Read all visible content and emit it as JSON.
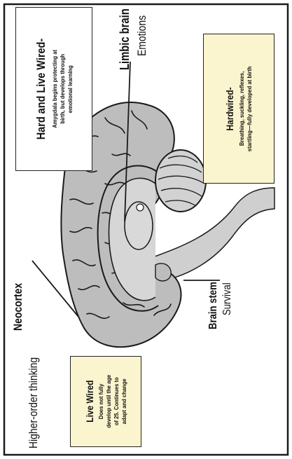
{
  "labels": {
    "neocortex_title": "Neocortex",
    "neocortex_sub": "Higher-order thinking",
    "limbic_title": "Limbic brain",
    "limbic_sub": "Emotions",
    "brainstem_title": "Brain stem",
    "brainstem_sub": "Survival"
  },
  "boxes": {
    "live_wired": {
      "header": "Live Wired",
      "line1": "Does not fully",
      "line2": "develop until the age",
      "line3": "of 25. Continues to",
      "line4": "adapt and change"
    },
    "hard_live_wired": {
      "header": "Hard and Live Wired-",
      "line1": "Amygdala begins protecting at",
      "line2": "birth, but develops through",
      "line3": "emotional learning"
    },
    "hardwired": {
      "header": "Hardwired-",
      "line1": "Breathing, suckling, reflexes,",
      "line2": "startling—fully developed at birth"
    }
  },
  "colors": {
    "brain_fill": "#bdbdbd",
    "brain_stroke": "#1a1a1a",
    "box_fill": "#fbf5cf",
    "frame": "#1a1a1a"
  }
}
